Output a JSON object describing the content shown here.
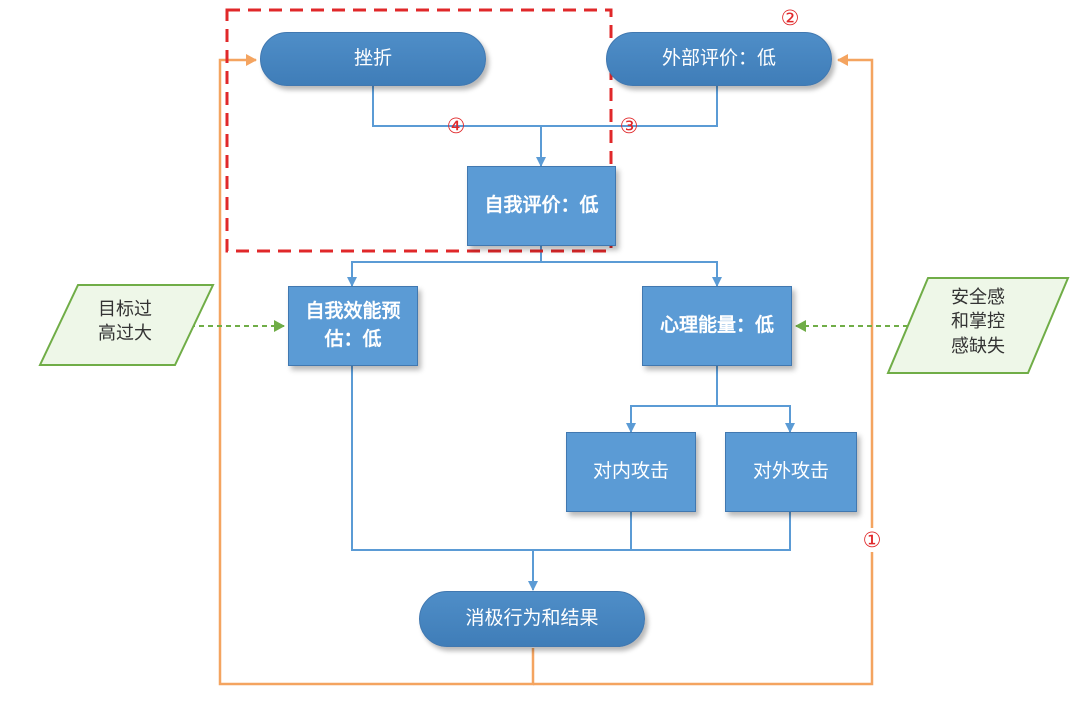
{
  "nodes": {
    "cuozhe": "挫折",
    "waibu_pingjia": "外部评价：低",
    "ziwo_pingjia": "自我评价：低",
    "ziwo_xiaoneng": "自我效能预\n估：低",
    "xinli_nengliang": "心理能量：低",
    "duinei_gongji": "对内攻击",
    "duiwai_gongji": "对外攻击",
    "xiaoji_xingwei": "消极行为和结果"
  },
  "inputs": {
    "mubiao": "目标过\n高过大",
    "anquangan": "安全感\n和掌控\n感缺失"
  },
  "annotations": {
    "a1": "①",
    "a2": "②",
    "a3": "③",
    "a4": "④"
  },
  "colors": {
    "node_fill": "#5b9bd5",
    "node_border": "#4178b0",
    "connector_blue": "#5b9bd5",
    "feedback_orange": "#f4a460",
    "input_green": "#70ad47",
    "input_fill": "#eef7e8",
    "highlight_red": "#e0282a"
  }
}
